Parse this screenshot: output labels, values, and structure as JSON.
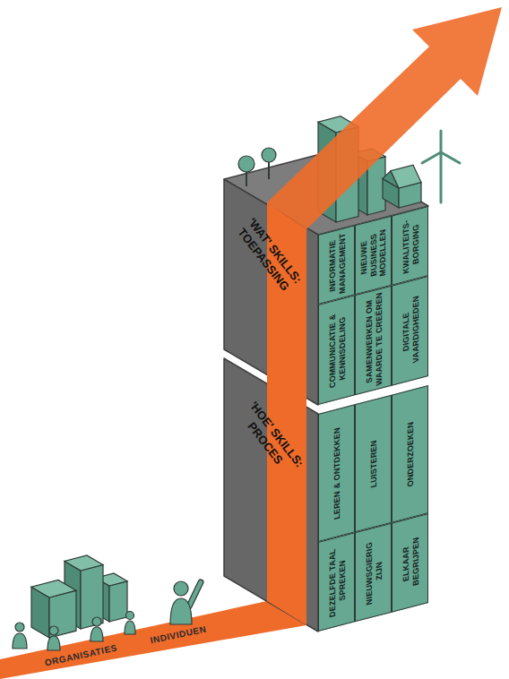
{
  "diagram": {
    "nodes": [
      {
        "text": [
          "'WAT' SKILLS: TOEPASSING"
        ]
      },
      {
        "text": [
          "INFORMATIE MANAGEMENT"
        ],
        "in": 0
      },
      {
        "text": [
          "NIEUWE BUSINESS MODELLEN"
        ],
        "in": 0
      },
      {
        "text": [
          "KWALITEITS- BORGING"
        ],
        "in": 0
      },
      {
        "text": [
          "COMMUNICATIE & KENNISDELING"
        ],
        "in": 0
      },
      {
        "text": [
          "SAMENWERKEN OM WAARDE TE CREËREN"
        ],
        "in": 0
      },
      {
        "text": [
          "DIGITALE VAARDIGHEDEN"
        ],
        "in": 0
      },
      {
        "text": [
          "'HOE' SKILLS: PROCES"
        ]
      },
      {
        "text": [
          "LEREN & ONTDEKKEN"
        ],
        "in": 7
      },
      {
        "text": [
          "LUISTEREN"
        ],
        "in": 7
      },
      {
        "text": [
          "ONDERZOEKEN"
        ],
        "in": 7
      },
      {
        "text": [
          "DEZELFDE TAAL SPREKEN"
        ],
        "in": 7
      },
      {
        "text": [
          "NIEUWSGIERIG ZIJN"
        ],
        "in": 7
      },
      {
        "text": [
          "ELKAAR BEGRIJPEN"
        ],
        "in": 7
      }
    ],
    "labels": [
      "ORGANISATIES",
      "INDIVIDUEN"
    ]
  }
}
